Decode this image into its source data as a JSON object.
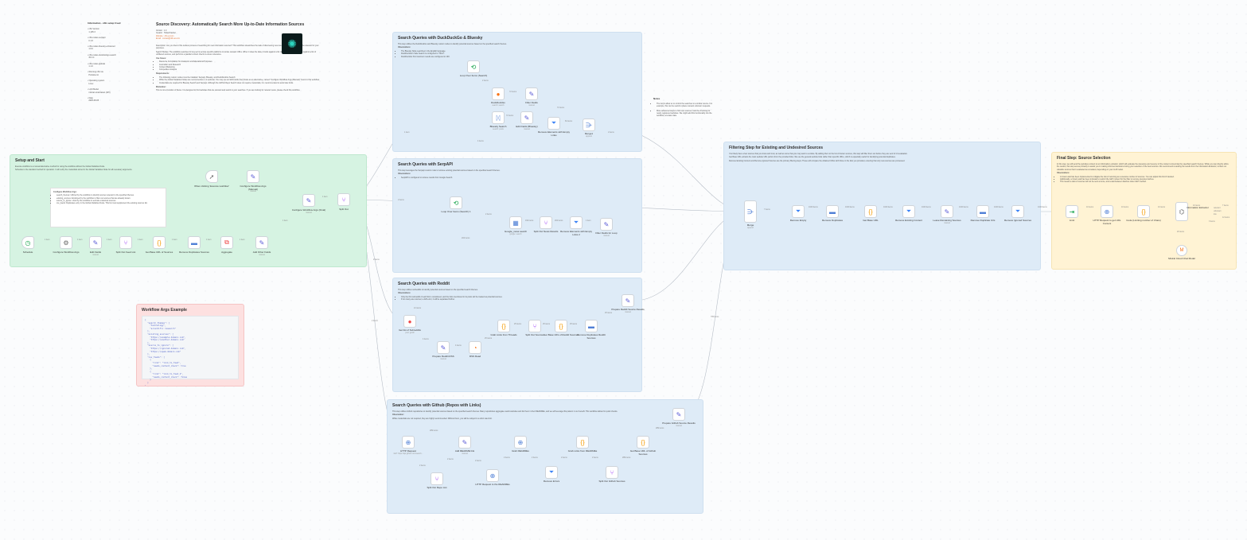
{
  "info_header": {
    "title": "Information - n8n setup Used",
    "rows": [
      {
        "label": "n8n Version",
        "value": "1.105.3"
      },
      {
        "label": "n8n-nodes-serpapi",
        "value": "0.1.6"
      },
      {
        "label": "n8n-nodes-bluesky-enhanced",
        "value": "1.6.0"
      },
      {
        "label": "n8n-nodes-duckduckgo-search",
        "value": "30.0.4"
      },
      {
        "label": "n8n-nodes-globals",
        "value": "1.1.0"
      },
      {
        "label": "Running n8n via",
        "value": "Portainer.io"
      },
      {
        "label": "Operating system",
        "value": "Linux"
      },
      {
        "label": "LLM Model",
        "value": "mistral-small-latest (API)"
      },
      {
        "label": "Date",
        "value": "2025-08-05"
      }
    ]
  },
  "main_note": {
    "title": "Source Discovery: Automatically Search More Up-to-Date Information Sources",
    "version": "Version : 1.0",
    "creator": "Creator : Hubschrauber",
    "website": "Website : n8n-ai.com",
    "email": "Email : contact@n8n-ai.com",
    "description": "Description: Are you tired of the tedious process of searching for new information sources? This workflow streamlines the task of discovering new sources of content that may be relevant for your purposes.",
    "search_modes": "Search Modes: The workflow searches for key terms across specific platforms to locate relevant URLs. When it does the data, it looks against a list of known sources, in either against a list of unfiltered sources, and performs a parallel content check to ensure relevance.",
    "use_cases_title": "Use Cases:",
    "use_cases": [
      "Resource Compilation for Academic and Educational Purposes",
      "Journalism and Research",
      "Content Marketing",
      "Competitive Analysis"
    ],
    "requirements_title": "Requirements:",
    "requirements": [
      "The following custom nodes must be installed: Serpapi, Bluesky, and DuckDuckGo Search",
      "While the Global Variables Nodes are recommended, it is optional. You may use an Edit Fields (Set) Node as an alternative, named \"Configure Workflow Args (Manual)\" found in this workflow.",
      "Credentials are required for Bluesky Search and Serpapi. Although the GitHub Repo Search does not require credentials, it is recommended to avoid rate limits."
    ],
    "motivation_title": "Motivation:",
    "motivation": "This is not a Curation of News. It is designed to find websites that are relevant and useful to your searches. If you are looking for relevant news, please check this workflow."
  },
  "setup": {
    "title": "Setup and Start",
    "line1": "Execute workflow is a manual alternative method for using the workflow without the Global Variables Node.",
    "line2": "Schedule is the standard method for operation. It will verify the credentials stored in the Global Variables Node for all necessary arguments.",
    "card_title": "Configure Workflow Args:",
    "card_items": [
      "search_themes: Utilized by the workflow to identify sources relevant to the specified themes.",
      "existing_sources: Employed by the workflow to filter out sources that are already known.",
      "source_to_ignore: Used by the workflow to exclude undesired sources.",
      "csv_feeds: Duplicates entry in the Global Variables Node. This list must supplement the existing sources list."
    ]
  },
  "args_example": {
    "title": "Workflow Args Example",
    "code": "{\n  \"search_themes\": [\n    \"technology\",\n    \"scientific research\"\n  ],\n  \"existing_sources\": [\n    \"https://example-domain.com\",\n    \"https://another-domain.com\"\n  ],\n  \"source_to_ignore\": [\n    \"https://ignored-domain.com\",\n    \"https://spam-domain.com\"\n  ],\n  \"csv_feeds\": [\n    {\n      \"link\": \"link_to_feed\",\n      \"needs_content_check\": true\n    },\n    {\n      \"link\": \"link_to_feed_2\",\n      \"needs_content_check\": false\n    }\n  ]\n}"
  },
  "ddg": {
    "title": "Search Queries with DuckDuckGo & Bluesky",
    "desc": "This step utilizes the DuckDuckGo and Bluesky custom nodes to identify potential sources based on the specified search themes.",
    "obs_title": "Observations:",
    "obs": [
      "The Bluesky Node searches in the English language.",
      "DuckDuckGo's Safe Search is configured to \"Strict\".",
      "DuckDuckGo first maximum results are configured to 100."
    ]
  },
  "serp": {
    "title": "Search Queries with SerpAPI",
    "desc": "This step leverages the Serpapi custom node to retrieve existing potential sources based on the specified search themes.",
    "obs_title": "Observations:",
    "obs": [
      "SerpAPI is configured to retrieve results from Google Search."
    ]
  },
  "reddit": {
    "title": "Search Queries with Reddit",
    "desc": "This step utilizes subreddits to identify potential sources based on the specified search themes.",
    "obs_title": "Observations:",
    "obs": [
      "Only the first subreddit of each list is considered, and the links mentioned in its posts will be treated as potential sources.",
      "If too many are returned, a 429 error, it will be separated further."
    ]
  },
  "github": {
    "title": "Search Queries with Github (Repos with Links)",
    "desc": "This step utilizes Github repositories to identify potential sources based on the specified search themes. Many repositories aggregate useful websites and list them in their READMEs, and we will leverage this pattern in our benefit. This workflow allows for quick checks.",
    "obs_title": "Observation:",
    "obs": "While credentials are not required, they are highly recommended. Without them, you will be subject to a strict rate limit."
  },
  "notes": {
    "title": "Notes",
    "items": [
      "The loop's allow us to control the searches to a similar source. For example, this can be useful to place relevant unknown requests.",
      "More advanced steps to find new sources could be checking for newly registered websites. We might add this functionality into the workflow, at a later date."
    ]
  },
  "filtering": {
    "title": "Filtering Step for Existing and Undesired Sources",
    "line1": "Your likely have a few sources that you know and trust, as well as some that you may want to exclude. By adding them to the list of known sources, this step will filter them out before they are sent for AI evaluation.",
    "line2": "Get Base URL extracts the main website URL portion from the provided links. We use the general website links rather than specific URLs, which is especially useful for identifying potential duplicates.",
    "line3": "Remove Existing Content and Remove Ignored Sources are the primary filtering steps. These will compare the obtained URLs with those in the lists you provided, ensuring that only new sources are processed."
  },
  "final": {
    "title": "Final Step: Source Selection",
    "line1": "In this step, we will send the websites content to an Information extractor, which will evaluate the relevance and recency of the content concerning the specified search themes. While you can directly utilize the results, this step serves primarily to assist you in making informed decisions during your selection of the best sources. We recommend reviewing the results from the Information Extractor, to filter out valuable sources that it evaluated as unrelated, depending on your LLM model.",
    "obs_title": "Observations:",
    "obs": [
      "A 3-item wait has been implemented to mitigate the risk of returning an excessive number of sources. You can adjust this limit if desired.",
      "Additionally, a 3-item wait has been included to restrict the GET content for the filter to remove previous fetches.",
      "This means a ratio of sources will not be sent at once, and a wait between batches when GET method."
    ]
  },
  "nodes": {
    "schedule": {
      "label": "Schedule",
      "sub": ""
    },
    "configure_workflow_args": {
      "label": "Configure Workflow Args",
      "sub": ""
    },
    "edit_fields": {
      "label": "Edit Fields",
      "sub": "manual"
    },
    "split_out_feed": {
      "label": "Split Out Feed List",
      "sub": ""
    },
    "get_base_url_sources": {
      "label": "Get Base URL of Sources",
      "sub": ""
    },
    "remove_dup_sources": {
      "label": "Remove Duplicates Sources",
      "sub": ""
    },
    "aggregate": {
      "label": "Aggregate",
      "sub": ""
    },
    "add_other_fields": {
      "label": "Add Other Fields",
      "sub": "manual"
    },
    "when_clicking": {
      "label": "When clicking 'Execute workflow'",
      "sub": ""
    },
    "configure_manual": {
      "label": "Configure Workflow Args (Manual)",
      "sub": "manual"
    },
    "configure_final": {
      "label": "Configure Workflow Args (Final)",
      "sub": "manual"
    },
    "split_out": {
      "label": "Split Out",
      "sub": ""
    },
    "loop_ddg": {
      "label": "Loop Over Items (Search)",
      "sub": ""
    },
    "duckduckgo": {
      "label": "DuckDuckGo",
      "sub": "search: search"
    },
    "filter_fields": {
      "label": "Filter Fields",
      "sub": "manual"
    },
    "bluesky_search": {
      "label": "Bluesky Search",
      "sub": "search: posts"
    },
    "edit_fields_bluesky": {
      "label": "Edit Fields (Bluesky)",
      "sub": "manual"
    },
    "remove_elements": {
      "label": "Remove Elements with Empty Links",
      "sub": ""
    },
    "merge1": {
      "label": "Merge1",
      "sub": "append"
    },
    "loop_serp": {
      "label": "Loop Over Items (Search) 1",
      "sub": ""
    },
    "google_search": {
      "label": "Google_news search",
      "sub": "google: search"
    },
    "split_news": {
      "label": "Split Out News Results",
      "sub": ""
    },
    "remove_empty2": {
      "label": "Remove Elements with Empty Links 2",
      "sub": ""
    },
    "filter_loop": {
      "label": "Filter Fields for Loop",
      "sub": "manual"
    },
    "get_subreddits": {
      "label": "Get list of Subreddits",
      "sub": "post: getAll"
    },
    "prepare_rss": {
      "label": "Prepare Reddit RSS",
      "sub": "manual"
    },
    "rss_read": {
      "label": "RSS Read",
      "sub": ""
    },
    "grab_threads": {
      "label": "Grab Links from Threads",
      "sub": ""
    },
    "split_sources": {
      "label": "Split Out Sources",
      "sub": ""
    },
    "get_base_reddit": {
      "label": "Get Base URL of Reddit Sources",
      "sub": ""
    },
    "remove_dup_reddit": {
      "label": "Remove Duplicates Reddit Sources",
      "sub": ""
    },
    "prepare_reddit_results": {
      "label": "Prepare Reddit Source Results",
      "sub": "manual"
    },
    "http_request": {
      "label": "HTTP Request",
      "sub": "GET: https://api.github.com/search..."
    },
    "split_repo": {
      "label": "Split Out Repo List",
      "sub": ""
    },
    "add_readme": {
      "label": "Add README link",
      "sub": "manual"
    },
    "http_readme": {
      "label": "HTTP Request to the READMEs",
      "sub": ""
    },
    "grab_readmes": {
      "label": "Grab READMEs",
      "sub": ""
    },
    "remove_errors": {
      "label": "Remove Errors",
      "sub": ""
    },
    "grab_links_readme": {
      "label": "Grab Links from READMEs",
      "sub": ""
    },
    "split_github": {
      "label": "Split Out Github Sources",
      "sub": ""
    },
    "get_base_github": {
      "label": "Get Base URL of Github Sources",
      "sub": ""
    },
    "prepare_github": {
      "label": "Prepare Github Source Results",
      "sub": "manual"
    },
    "merge": {
      "label": "Merge",
      "sub": "append"
    },
    "remove_empty": {
      "label": "Remove Empty",
      "sub": ""
    },
    "remove_duplicates": {
      "label": "Remove Duplicates",
      "sub": ""
    },
    "get_base_url": {
      "label": "Get Base URL",
      "sub": ""
    },
    "remove_existing": {
      "label": "Remove Existing Content",
      "sub": ""
    },
    "leave_remaining": {
      "label": "Leave Remaining Sources",
      "sub": "manual"
    },
    "remove_dup_urls": {
      "label": "Remove Duplicate Urls",
      "sub": ""
    },
    "remove_ignored": {
      "label": "Remove Ignored Sources",
      "sub": ""
    },
    "limit": {
      "label": "Limit",
      "sub": ""
    },
    "http_get_content": {
      "label": "HTTP Request to get URL Content",
      "sub": ""
    },
    "code_limiting": {
      "label": "Code (Limiting number of Chars)",
      "sub": ""
    },
    "info_extractor": {
      "label": "Information Extractor",
      "sub": ""
    },
    "mistral": {
      "label": "Mistral Cloud Chat Model",
      "sub": ""
    }
  },
  "edge_labels": {
    "e1": "1 item",
    "e2": "1 item",
    "e3": "1 item",
    "e4": "1 item",
    "e5": "1 item",
    "e6": "1 item",
    "e7": "1 item",
    "e8": "1 item",
    "e9": "1 item",
    "e10": "1 item",
    "e11": "2 items",
    "e12": "2 items",
    "e13": "2 items",
    "e14": "2 items",
    "e15": "72 items",
    "e16": "72 items",
    "e17": "72 items",
    "e18": "84 items",
    "e19": "2 items",
    "e20": "2 items",
    "e21": "192 items",
    "e22": "204 items",
    "e23": "1 item",
    "e24": "4 items",
    "e25": "4 items",
    "e26": "25 items",
    "e27": "25 items",
    "e28": "25 items",
    "e29": "25 items",
    "e30": "25 items",
    "e31": "2 items",
    "e32": "2 items",
    "e33": "2 items",
    "e34": "2 items",
    "e35": "2 items",
    "e36": "2 items",
    "e37": "2 items",
    "e38": "289 items",
    "e39": "289 items",
    "e40": "7 items",
    "e41": "1040 items",
    "e42": "1040 items",
    "e43": "1040 items",
    "e44": "1040 items",
    "e45": "1040 items",
    "e46": "1040 items",
    "e47": "1040 items",
    "e48": "765 items",
    "e49": "10 items",
    "e50": "10 items",
    "e51": "10 items",
    "e52": "10 items",
    "e53": "20 items",
    "e54": "3 items",
    "e55": "7 items",
    "e56": "12 items",
    "e57": "4 items",
    "e58": "204 items",
    "e59": "21 items",
    "e60": "289 items"
  },
  "extractor_outputs": [
    "relevant",
    "unknown",
    "low"
  ]
}
